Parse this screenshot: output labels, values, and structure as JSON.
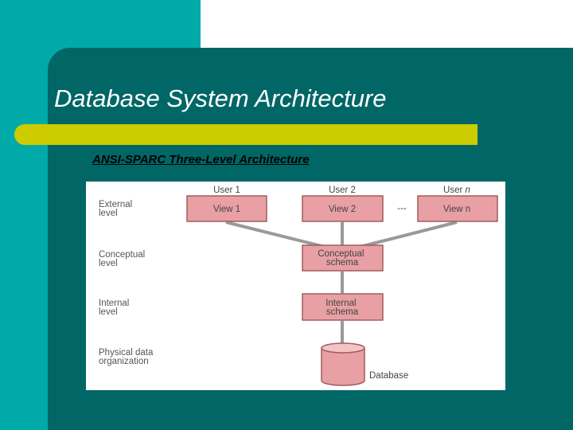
{
  "slide": {
    "title": "Database System Architecture",
    "subtitle": "ANSI-SPARC Three-Level Architecture",
    "colors": {
      "teal": "#00aaa8",
      "dark_teal": "#006666",
      "accent_bar": "#cccc00",
      "box_fill": "#e8a0a4"
    }
  },
  "diagram": {
    "levels": {
      "external": [
        "External",
        "level"
      ],
      "conceptual": [
        "Conceptual",
        "level"
      ],
      "internal": [
        "Internal",
        "level"
      ],
      "physical": [
        "Physical data",
        "organization"
      ]
    },
    "users": {
      "u1_label": "User 1",
      "u2_label": "User 2",
      "un_prefix": "User ",
      "un_var": "n"
    },
    "views": {
      "v1": "View 1",
      "v2": "View 2",
      "vn": "View n"
    },
    "ellipsis": "---",
    "conceptual_schema": [
      "Conceptual",
      "schema"
    ],
    "internal_schema": [
      "Internal",
      "schema"
    ],
    "database_label": "Database"
  }
}
